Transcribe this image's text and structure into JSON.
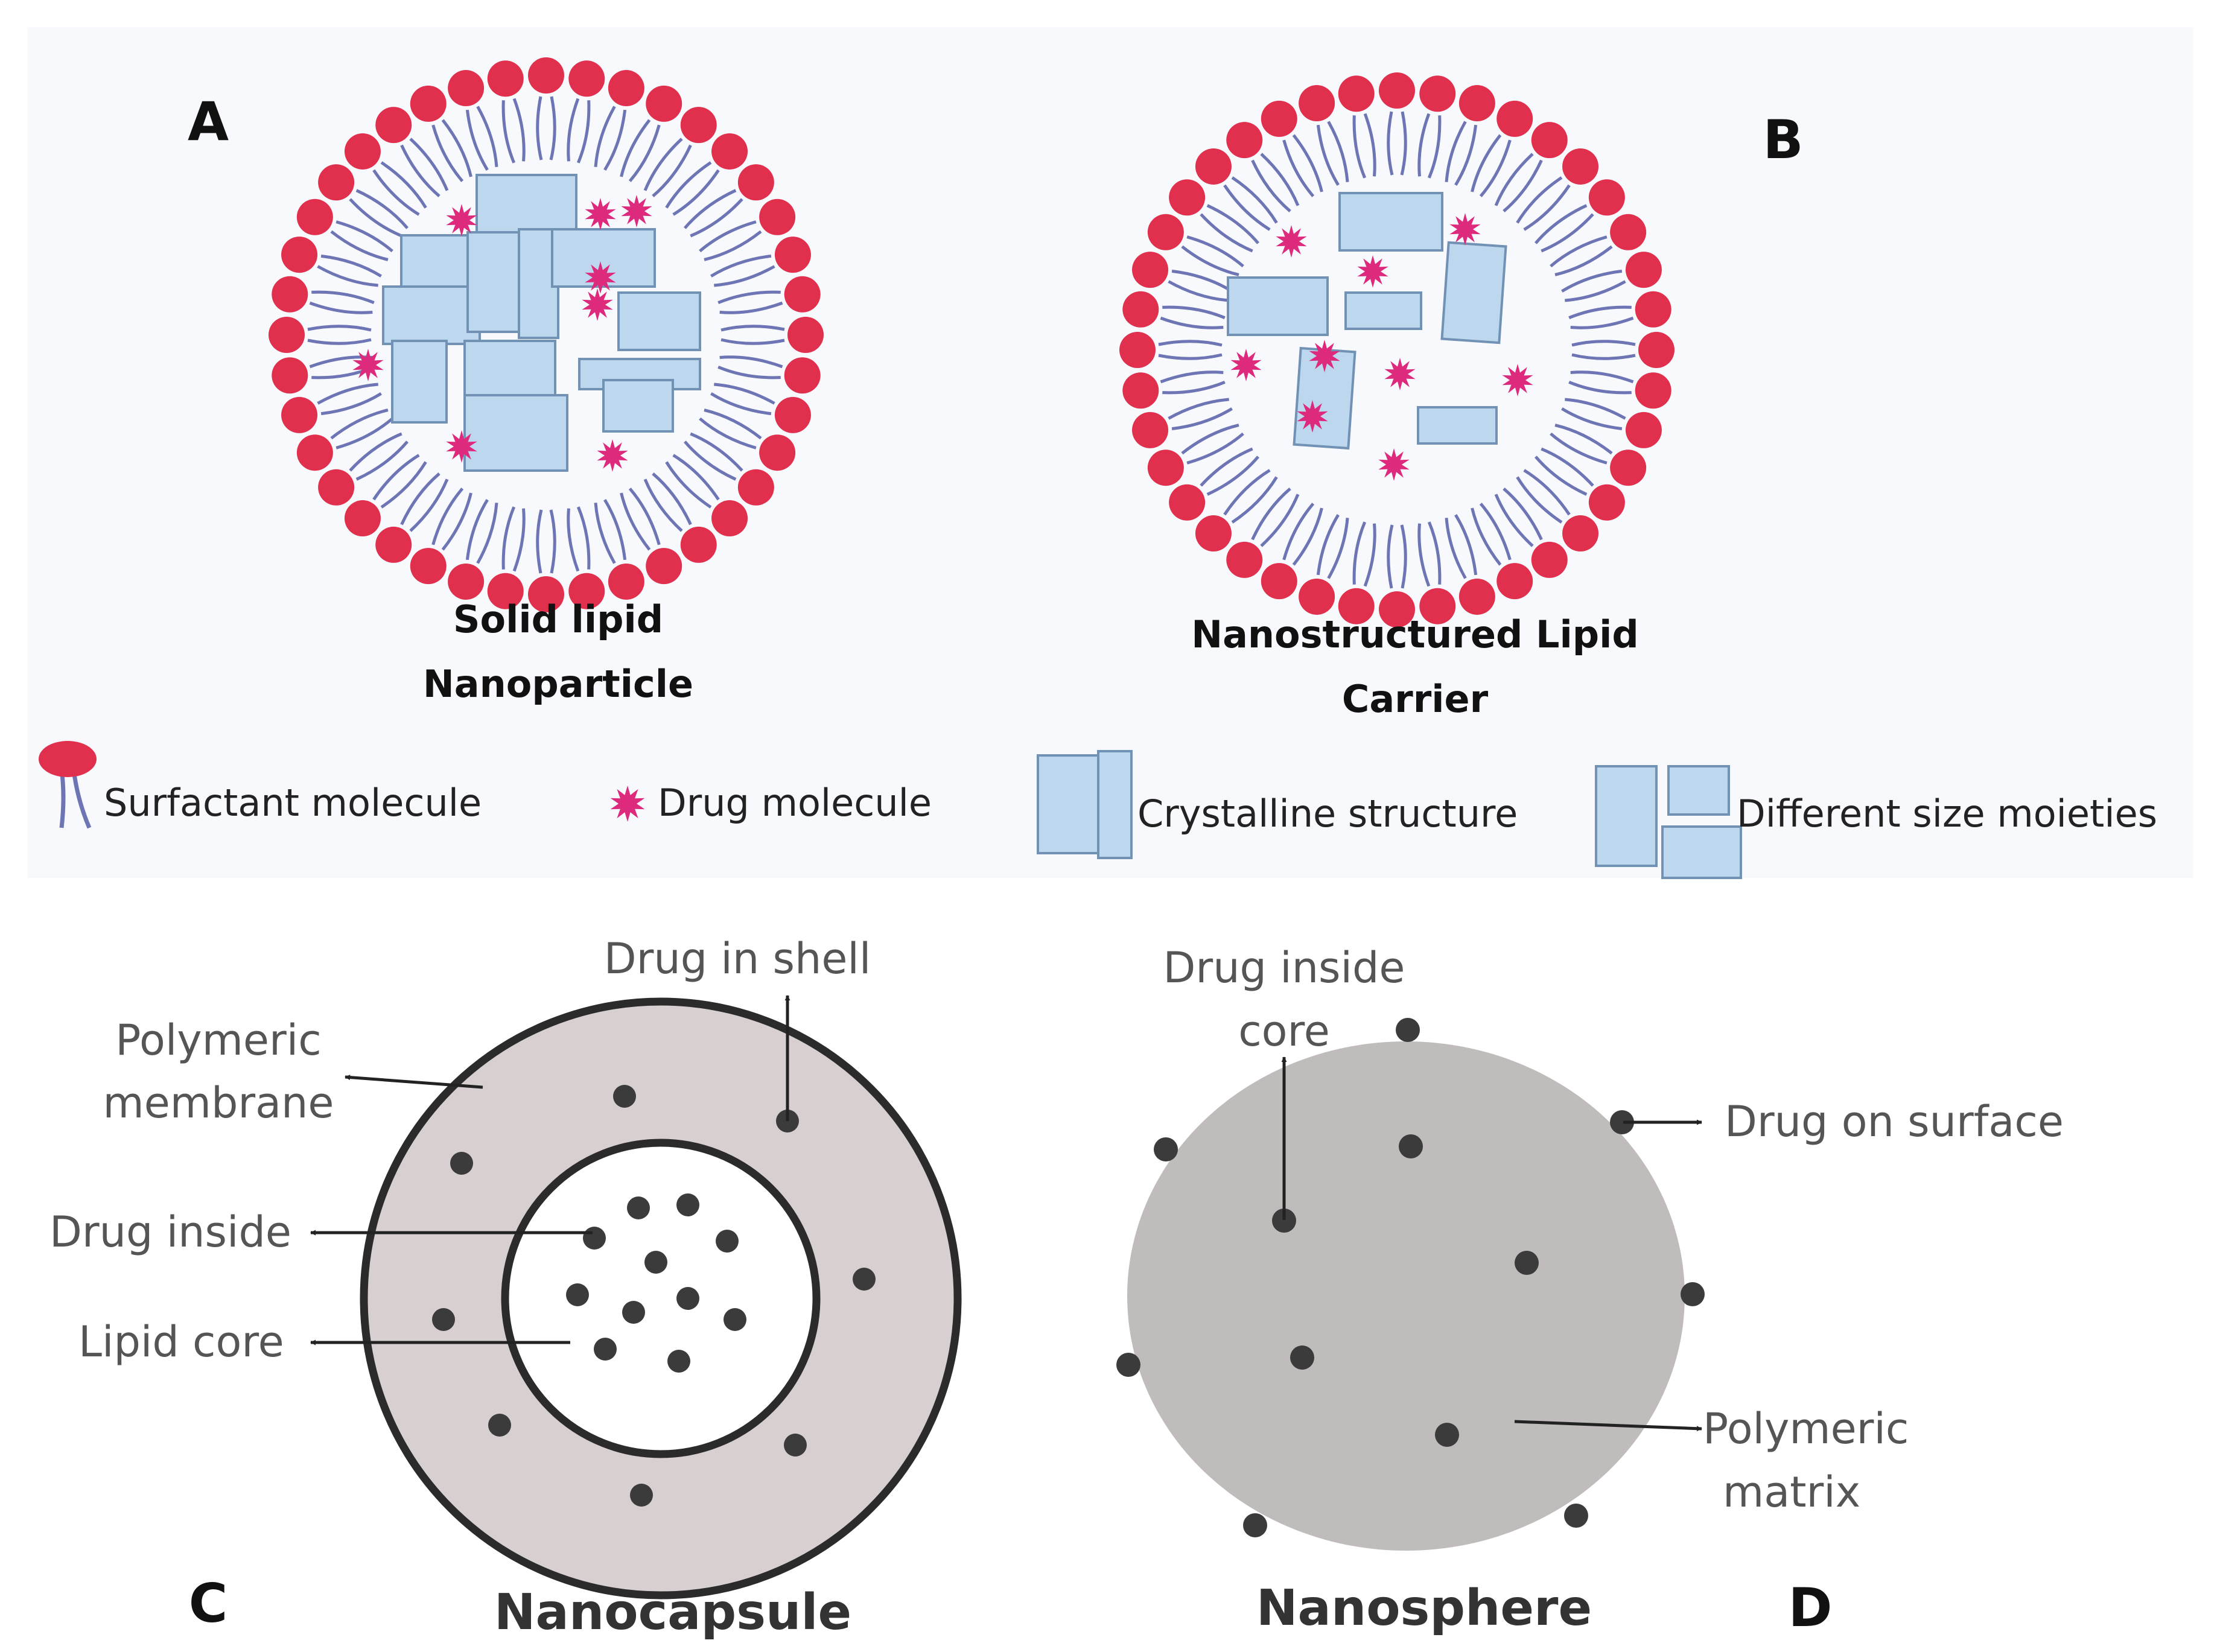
{
  "panel_a": {
    "letter": "A",
    "title_line1": "Solid lipid",
    "title_line2": "Nanoparticle"
  },
  "panel_b": {
    "letter": "B",
    "title_line1": "Nanostructured Lipid",
    "title_line2": "Carrier"
  },
  "legend": {
    "surfactant": "Surfactant molecule",
    "drug": "Drug molecule",
    "crystalline": "Crystalline  structure",
    "moieties": "Different size moieties"
  },
  "panel_c": {
    "letter": "C",
    "title": "Nanocapsule",
    "labels": {
      "drug_in_shell": "Drug in shell",
      "polymeric_line1": "Polymeric",
      "polymeric_line2": "membrane",
      "drug_inside": "Drug inside",
      "lipid_core": "Lipid core"
    }
  },
  "panel_d": {
    "letter": "D",
    "title": "Nanosphere",
    "labels": {
      "drug_inside_line1": "Drug inside",
      "drug_inside_line2": "core",
      "drug_on_surface": "Drug on surface",
      "matrix_line1": "Polymeric",
      "matrix_line2": "matrix"
    }
  },
  "colors": {
    "top_background": "#f7f9fd",
    "head": "#e0304d",
    "tail": "#6d75b5",
    "crystal_fill": "#bdd7ee",
    "crystal_stroke": "#7292b5",
    "drug": "#de2a7d",
    "capsule_shell": "#d7cfd0",
    "sphere_fill": "#bfbcbb",
    "dot": "#3b3b3b"
  }
}
